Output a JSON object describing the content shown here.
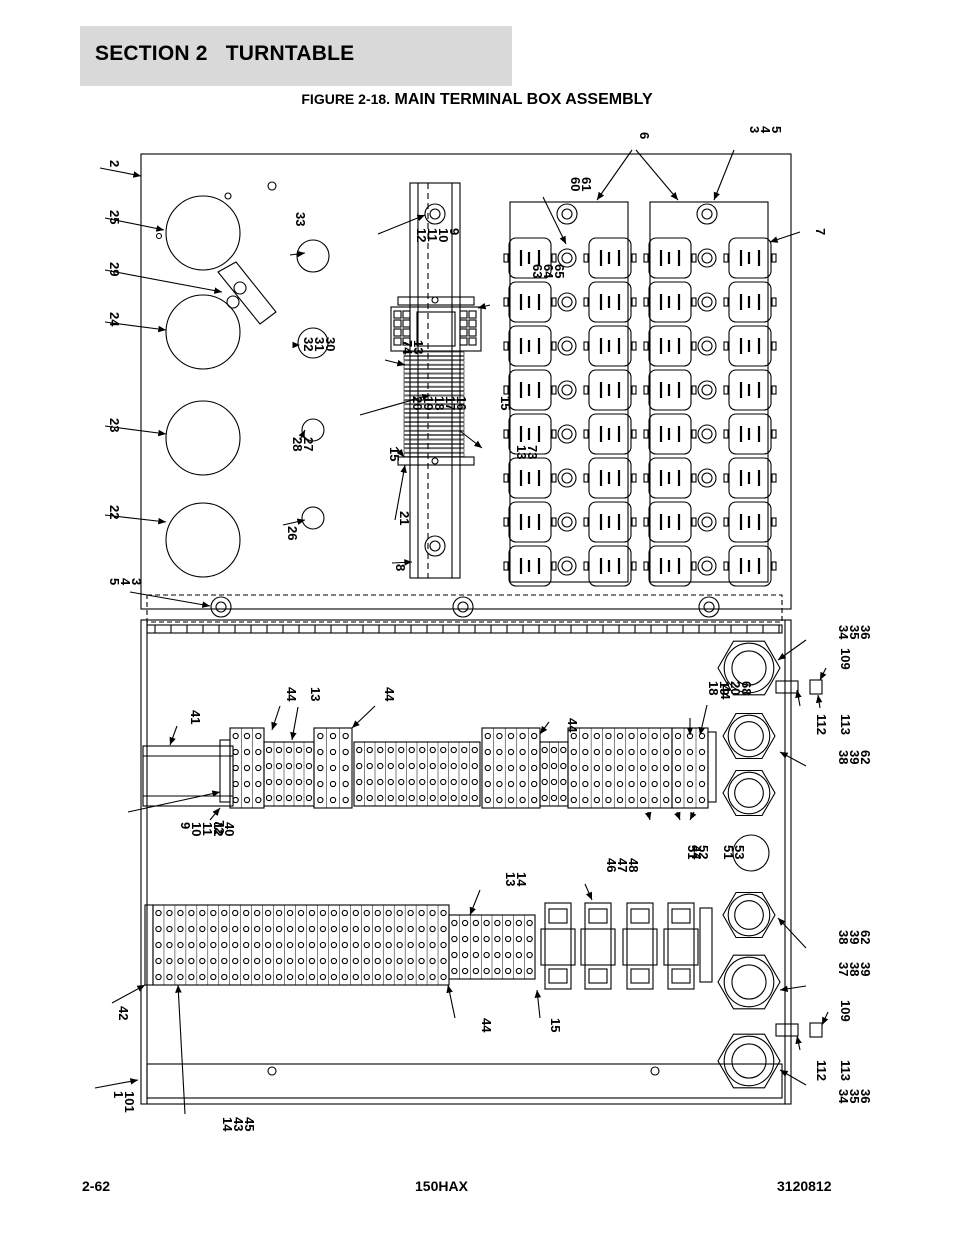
{
  "header": {
    "section": "SECTION 2",
    "title": "TURNTABLE"
  },
  "figure": {
    "number": "FIGURE 2-18.",
    "title": "MAIN TERMINAL BOX ASSEMBLY"
  },
  "callouts": {
    "left": [
      "2",
      "25",
      "29",
      "24",
      "23",
      "22",
      "5\n4\n3"
    ],
    "top": [
      "6",
      "3\n4\n5",
      "7"
    ],
    "items": [
      "33",
      "12\n11\n10\n9",
      "60\n61",
      "63\n64\n65",
      "74\n13",
      "32\n31\n30",
      "20\n19\n18\n17\n16",
      "15",
      "28\n27",
      "15",
      "13\n73",
      "26",
      "21",
      "8",
      "34\n35\n36",
      "109",
      "112",
      "113",
      "38\n39\n62",
      "41",
      "44",
      "13",
      "44",
      "44",
      "18\n19\n20\n68",
      "44",
      "9\n10\n11\n12\n40",
      "72",
      "51\n52",
      "44",
      "51\n53",
      "46\n47\n48",
      "13\n14",
      "42",
      "44",
      "15",
      "38\n39\n62",
      "37\n38\n39",
      "109",
      "112",
      "113",
      "1\n101",
      "14\n43\n45",
      "34\n35\n36"
    ]
  },
  "footer": {
    "page": "2-62",
    "model": "150HAX",
    "doc": "3120812"
  },
  "icons": [
    "receptacle-icon",
    "terminal-block-icon",
    "cord-grip-icon",
    "relay-icon",
    "mounting-bolt-icon"
  ]
}
